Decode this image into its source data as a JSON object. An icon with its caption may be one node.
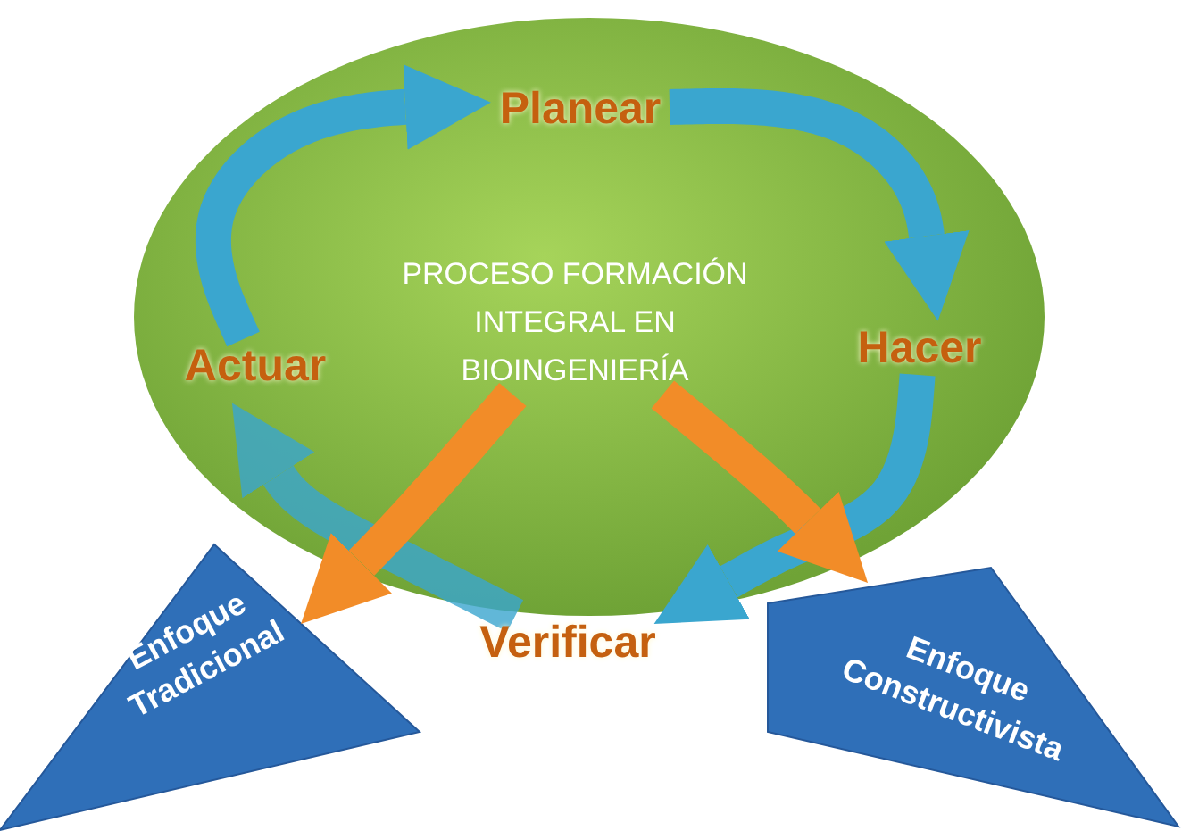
{
  "diagram": {
    "nodes": [
      {
        "text": [],
        "shape": "ellipse"
      },
      {
        "text": [
          "PROCESO FORMACIÓN INTEGRAL EN BIOINGENIERÍA"
        ],
        "in": 0
      },
      {
        "text": [
          "Planear"
        ],
        "in": 0
      },
      {
        "text": [
          "Hacer"
        ],
        "in": 0
      },
      {
        "text": [
          "Verificar"
        ]
      },
      {
        "text": [
          "Actuar"
        ],
        "in": 0
      },
      {
        "text": [
          "Enfoque Tradicional"
        ]
      },
      {
        "text": [
          "Enfoque Constructivista"
        ]
      }
    ],
    "edges": [
      {
        "from": 5,
        "to": 2,
        "arrow": "to"
      },
      {
        "from": 2,
        "to": 3,
        "arrow": "to"
      },
      {
        "from": 3,
        "to": 4,
        "arrow": "to"
      },
      {
        "from": 4,
        "to": 5,
        "arrow": "to"
      },
      {
        "from": 1,
        "to": 6,
        "arrow": "to",
        "color": "#f28c28"
      },
      {
        "from": 1,
        "to": 7,
        "arrow": "to",
        "color": "#f28c28"
      }
    ]
  }
}
